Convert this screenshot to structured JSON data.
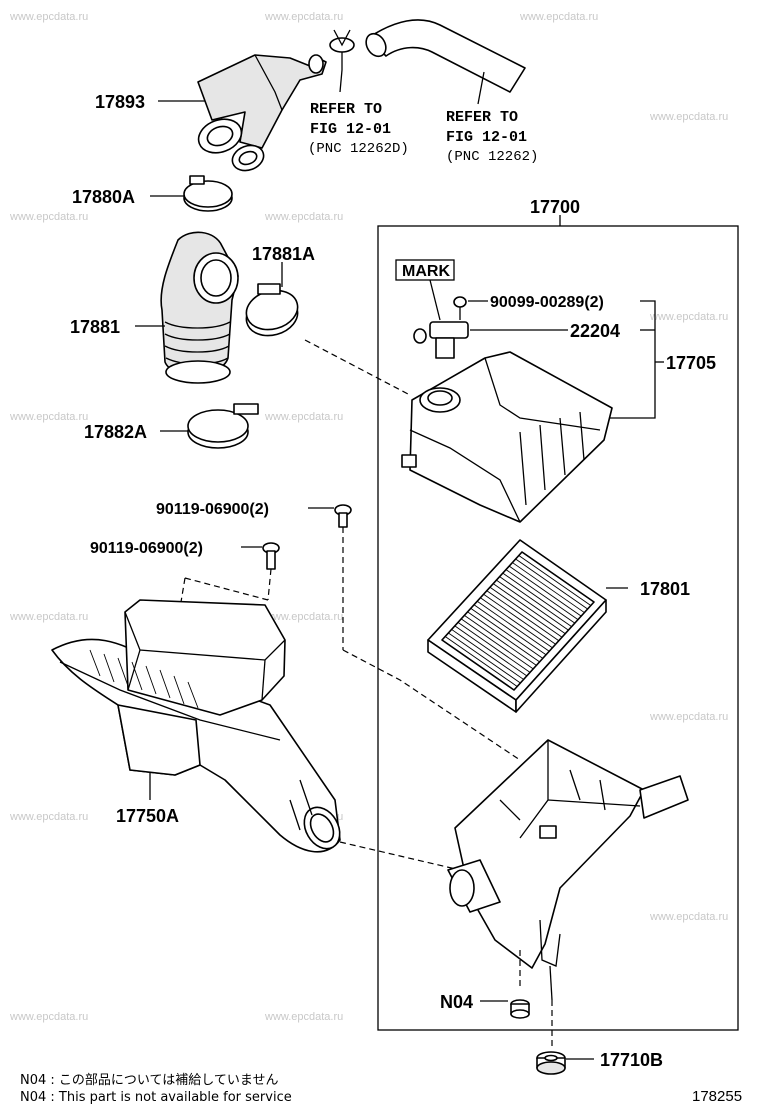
{
  "watermark": "www.epcdata.ru",
  "diagram_number": "178255",
  "labels": {
    "p17893": "17893",
    "p17880A": "17880A",
    "p17881A": "17881A",
    "p17881": "17881",
    "p17882A": "17882A",
    "p17700": "17700",
    "mark": "MARK",
    "p90099": "90099-00289(2)",
    "p22204": "22204",
    "p17705": "17705",
    "p90119a": "90119-06900(2)",
    "p90119b": "90119-06900(2)",
    "p17801": "17801",
    "p17750A": "17750A",
    "pN04": "N04",
    "p17710B": "17710B"
  },
  "refs": {
    "ref1_line1": "REFER TO",
    "ref1_line2": "FIG 12-01",
    "ref1_line3": "(PNC 12262D)",
    "ref2_line1": "REFER TO",
    "ref2_line2": "FIG 12-01",
    "ref2_line3": "(PNC 12262)"
  },
  "notes": {
    "jp": "N04 : この部品については補給していません",
    "en": "N04 : This part is not available for service"
  }
}
